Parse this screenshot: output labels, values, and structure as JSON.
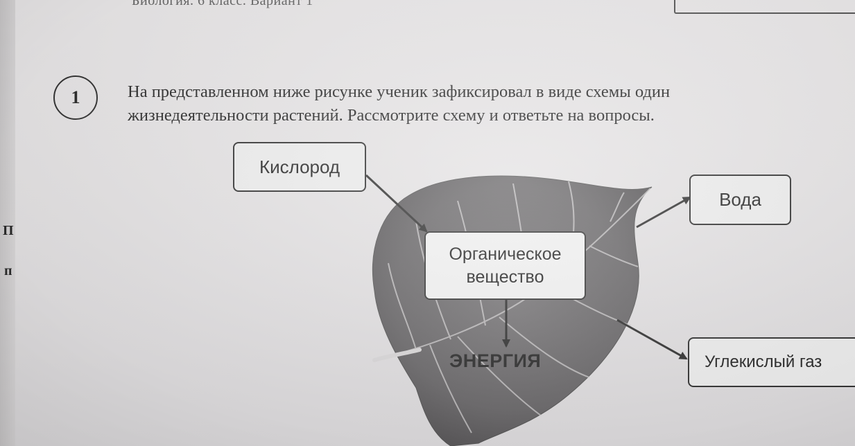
{
  "header": {
    "top_text": "Биология. 6 класс. Вариант 1"
  },
  "task": {
    "number": "1",
    "question_lines": [
      "На представленном ниже рисунке ученик зафиксировал в виде схемы один",
      "жизнедеятельности растений. Рассмотрите схему и ответьте на вопросы."
    ]
  },
  "margin": {
    "letter_top": "П",
    "letter_bottom": "п"
  },
  "diagram": {
    "oxygen": "Кислород",
    "water": "Вода",
    "organic_line1": "Органическое",
    "organic_line2": "вещество",
    "energy": "ЭНЕРГИЯ",
    "co2": "Углекислый газ"
  },
  "colors": {
    "leaf": "#6f6d6f",
    "leaf_dark": "#555355",
    "vein": "#c9c7c8",
    "arrow": "#333333",
    "paper": "#e6e4e5"
  }
}
